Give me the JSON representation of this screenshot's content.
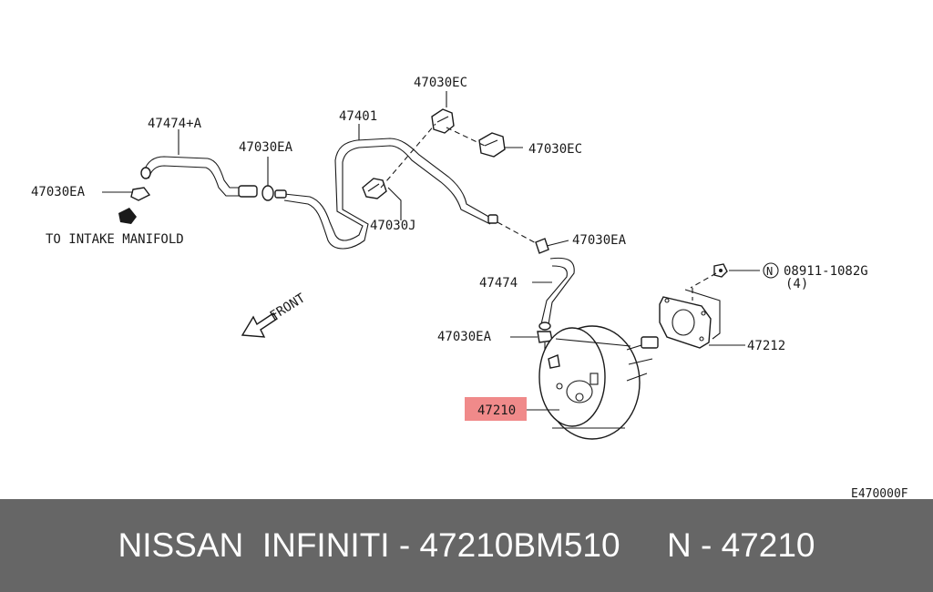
{
  "callouts": {
    "hose_upper": "47474+A",
    "clamp_ea_left": "47030EA",
    "clamp_ea_mid": "47030EA",
    "tube": "47401",
    "clip_ec_top": "47030EC",
    "clip_ec_right": "47030EC",
    "clip_j": "47030J",
    "clamp_ea_right": "47030EA",
    "hose_lower": "47474",
    "clamp_ea_lower": "47030EA",
    "nut": "08911-1082G",
    "nut_qty": "(4)",
    "nut_symbol": "N",
    "gasket": "47212",
    "booster": "47210"
  },
  "note": "TO INTAKE MANIFOLD",
  "direction": "FRONT",
  "figure_code": "E470000F",
  "highlight_color": "#f08a8a",
  "footer": {
    "brand": "NISSAN  INFINITI - 47210BM510",
    "part": "N - 47210"
  }
}
